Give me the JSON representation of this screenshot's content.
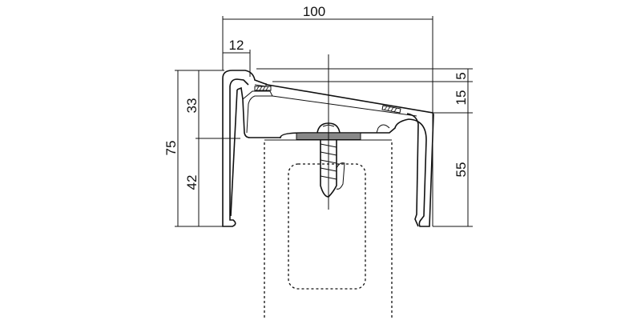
{
  "dimensions": {
    "overall_width": "100",
    "lip_width": "12",
    "overall_height": "75",
    "upper_height": "33",
    "lower_height": "42",
    "right_top": "5",
    "right_slope": "15",
    "right_leg": "55"
  }
}
